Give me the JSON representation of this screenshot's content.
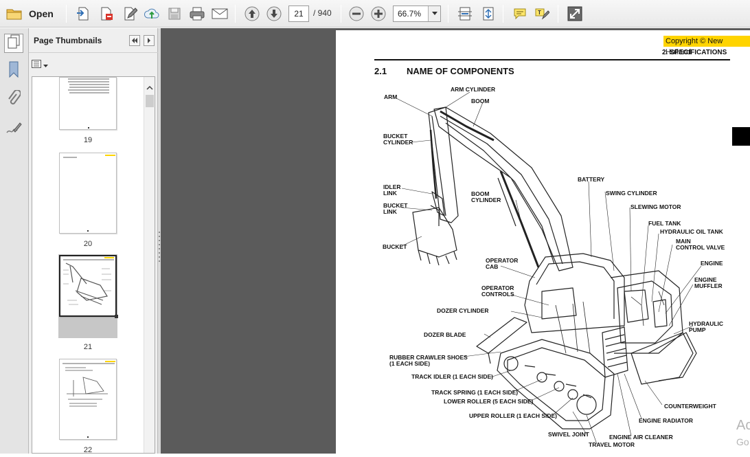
{
  "toolbar": {
    "open_label": "Open",
    "page_current": "21",
    "page_total": "/ 940",
    "zoom": "66.7%"
  },
  "panel": {
    "title": "Page Thumbnails",
    "thumbnails": [
      {
        "label": "19"
      },
      {
        "label": "20"
      },
      {
        "label": "21",
        "selected": true
      },
      {
        "label": "22"
      }
    ]
  },
  "document": {
    "copyright": "Copyright © New Holland",
    "section_header": "2. SPECIFICATIONS",
    "section_number": "2.1",
    "section_title": "NAME OF COMPONENTS",
    "labels": {
      "arm": "ARM",
      "arm_cylinder": "ARM CYLINDER",
      "boom": "BOOM",
      "bucket_cylinder": "BUCKET\nCYLINDER",
      "idler_link": "IDLER\nLINK",
      "bucket_link": "BUCKET\nLINK",
      "bucket": "BUCKET",
      "boom_cylinder": "BOOM\nCYLINDER",
      "battery": "BATTERY",
      "swing_cylinder": "SWING CYLINDER",
      "slewing_motor": "SLEWING MOTOR",
      "fuel_tank": "FUEL TANK",
      "hydraulic_oil_tank": "HYDRAULIC OIL TANK",
      "main_control_valve": "MAIN\nCONTROL VALVE",
      "engine": "ENGINE",
      "engine_muffler": "ENGINE\nMUFFLER",
      "operator_cab": "OPERATOR\nCAB",
      "operator_controls": "OPERATOR\nCONTROLS",
      "dozer_cylinder": "DOZER CYLINDER",
      "dozer_blade": "DOZER BLADE",
      "hydraulic_pump": "HYDRAULIC\nPUMP",
      "rubber_crawler_shoes": "RUBBER CRAWLER SHOES\n(1 EACH SIDE)",
      "track_idler": "TRACK IDLER (1 EACH SIDE)",
      "track_spring": "TRACK SPRING (1 EACH SIDE)",
      "lower_roller": "LOWER ROLLER (5 EACH SIDE)",
      "upper_roller": "UPPER ROLLER (1 EACH SIDE)",
      "counterweight": "COUNTERWEIGHT",
      "engine_radiator": "ENGINE RADIATOR",
      "swivel_joint": "SWIVEL JOINT",
      "engine_air_cleaner": "ENGINE AIR CLEANER",
      "travel_motor": "TRAVEL MOTOR"
    }
  },
  "overlay": {
    "watermark_line1": "Ac",
    "watermark_line2": "Go"
  },
  "colors": {
    "canvas": "#5b5b5b",
    "copyright_bg": "#ffd400",
    "icon_blue": "#2f6fb5"
  }
}
